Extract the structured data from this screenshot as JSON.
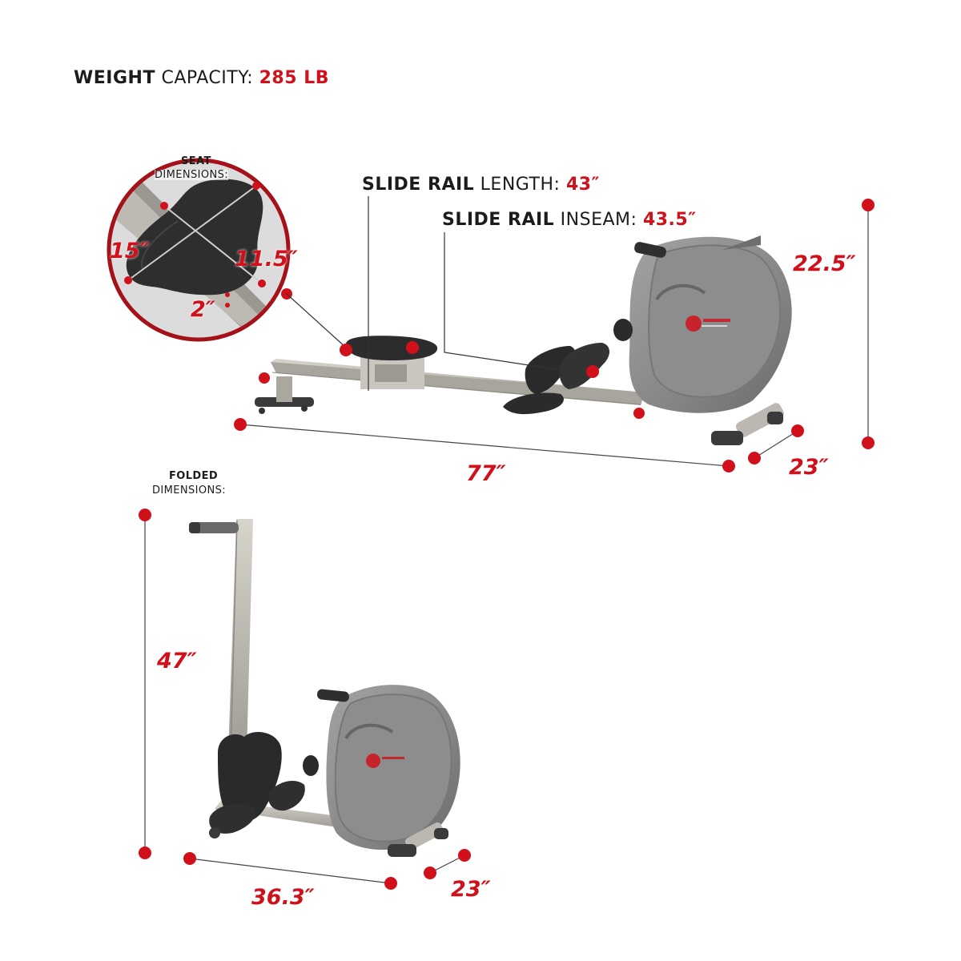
{
  "weight": {
    "label_bold": "WEIGHT",
    "label_rest": "CAPACITY:",
    "value": "285 LB"
  },
  "slide_rail_length": {
    "label_bold": "SLIDE RAIL",
    "label_rest": "LENGTH:",
    "value": "43″"
  },
  "slide_rail_inseam": {
    "label_bold": "SLIDE RAIL",
    "label_rest": "INSEAM:",
    "value": "43.5″"
  },
  "seat": {
    "title_bold": "SEAT",
    "title_rest": "DIMENSIONS:",
    "length": "15″",
    "width": "11.5″",
    "height": "2″"
  },
  "unfolded": {
    "length": "77″",
    "height": "22.5″",
    "width": "23″"
  },
  "folded": {
    "title_bold": "FOLDED",
    "title_rest": "DIMENSIONS:",
    "height": "47″",
    "length": "36.3″",
    "width": "23″"
  },
  "colors": {
    "accent": "#d0111b",
    "machine": "#8e8e8e",
    "rail": "#b9b6ae",
    "seat": "#2b2b2b"
  }
}
